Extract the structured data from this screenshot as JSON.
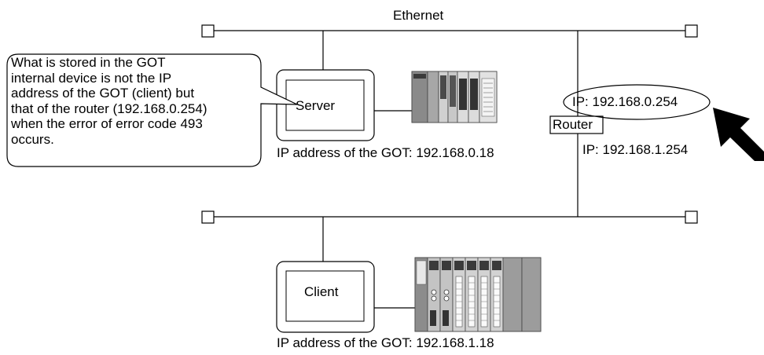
{
  "network": {
    "ethernet_label": "Ethernet",
    "router_label": "Router",
    "router_ip_upper": "IP: 192.168.0.254",
    "router_ip_lower": "IP: 192.168.1.254"
  },
  "server": {
    "label": "Server",
    "ip_caption": "IP address of the GOT: 192.168.0.18"
  },
  "client": {
    "label": "Client",
    "ip_caption": "IP address of the GOT: 192.168.1.18"
  },
  "callout": {
    "lines": [
      "What is stored in the GOT",
      "internal device is not the IP",
      "address of the GOT (client) but",
      "that of the router (192.168.0.254)",
      "when the error of error code 493",
      "occurs."
    ]
  },
  "colors": {
    "line": "#000000",
    "plc_body": "#9a9a9a",
    "plc_dark": "#3a3a3a",
    "plc_light": "#d8d8d8"
  }
}
